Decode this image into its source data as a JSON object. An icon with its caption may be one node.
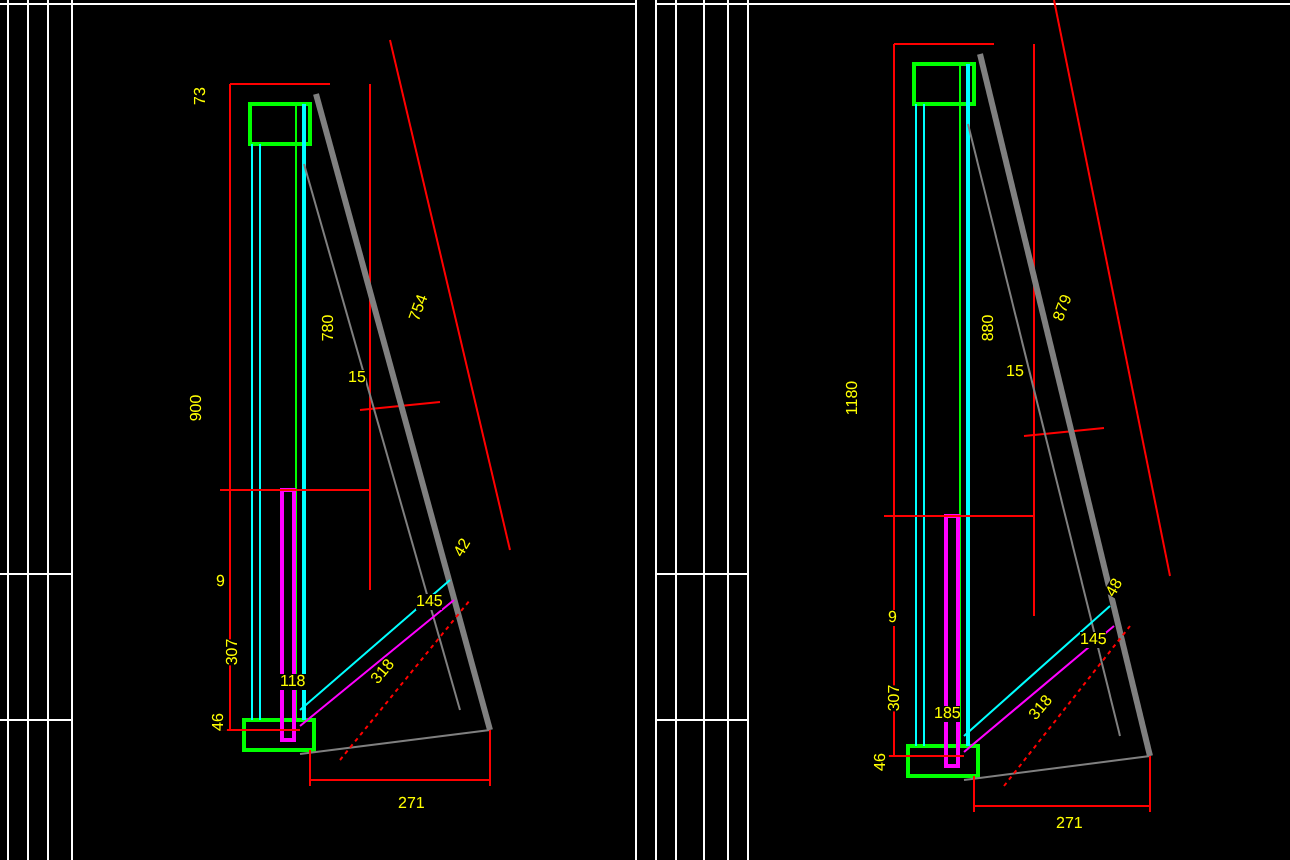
{
  "diagram": {
    "labels": [
      "73",
      "780",
      "754",
      "15",
      "900",
      "9",
      "307",
      "46",
      "118",
      "42",
      "145",
      "318",
      "271",
      "1180",
      "880",
      "15",
      "879",
      "48",
      "145",
      "318",
      "271",
      "9",
      "307",
      "46",
      "185"
    ]
  }
}
